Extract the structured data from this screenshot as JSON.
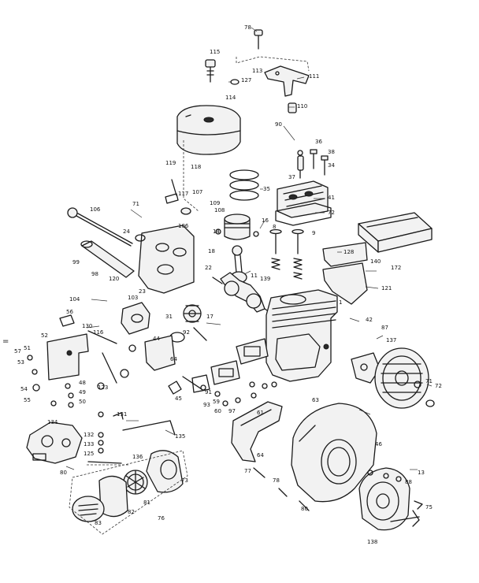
{
  "diagram": {
    "callouts": [
      {
        "id": "c78a",
        "label": "78"
      },
      {
        "id": "c115",
        "label": "115"
      },
      {
        "id": "c113",
        "label": "113"
      },
      {
        "id": "c111",
        "label": "111"
      },
      {
        "id": "c127",
        "label": "127"
      },
      {
        "id": "c114",
        "label": "114"
      },
      {
        "id": "c110",
        "label": "110"
      },
      {
        "id": "c90",
        "label": "90"
      },
      {
        "id": "c36a",
        "label": "36"
      },
      {
        "id": "c38",
        "label": "38"
      },
      {
        "id": "c34",
        "label": "34"
      },
      {
        "id": "c37",
        "label": "37"
      },
      {
        "id": "c119",
        "label": "119"
      },
      {
        "id": "c118",
        "label": "118"
      },
      {
        "id": "c35",
        "label": "35"
      },
      {
        "id": "c117",
        "label": "117"
      },
      {
        "id": "c107",
        "label": "107"
      },
      {
        "id": "c41",
        "label": "41"
      },
      {
        "id": "c72",
        "label": "72"
      },
      {
        "id": "c106a",
        "label": "106"
      },
      {
        "id": "c109",
        "label": "109"
      },
      {
        "id": "c108",
        "label": "108"
      },
      {
        "id": "c106b",
        "label": "106"
      },
      {
        "id": "c71",
        "label": "71"
      },
      {
        "id": "c14",
        "label": "14"
      },
      {
        "id": "c16",
        "label": "16"
      },
      {
        "id": "c24",
        "label": "24"
      },
      {
        "id": "c8",
        "label": "8"
      },
      {
        "id": "c9",
        "label": "9"
      },
      {
        "id": "c99",
        "label": "99"
      },
      {
        "id": "c98",
        "label": "98"
      },
      {
        "id": "c18",
        "label": "18"
      },
      {
        "id": "c128",
        "label": "128"
      },
      {
        "id": "c140",
        "label": "140"
      },
      {
        "id": "c172",
        "label": "172"
      },
      {
        "id": "c121",
        "label": "121"
      },
      {
        "id": "c120",
        "label": "120"
      },
      {
        "id": "c11",
        "label": "11"
      },
      {
        "id": "c139",
        "label": "139"
      },
      {
        "id": "c22",
        "label": "22"
      },
      {
        "id": "c23",
        "label": "23"
      },
      {
        "id": "c104",
        "label": "104"
      },
      {
        "id": "c103",
        "label": "103"
      },
      {
        "id": "c1",
        "label": "1"
      },
      {
        "id": "c56",
        "label": "56"
      },
      {
        "id": "c130",
        "label": "130"
      },
      {
        "id": "c31",
        "label": "31"
      },
      {
        "id": "c17",
        "label": "17"
      },
      {
        "id": "c42",
        "label": "42"
      },
      {
        "id": "c87",
        "label": "87"
      },
      {
        "id": "c52",
        "label": "52"
      },
      {
        "id": "c51",
        "label": "51"
      },
      {
        "id": "c53",
        "label": "53"
      },
      {
        "id": "c137",
        "label": "137"
      },
      {
        "id": "c64a",
        "label": "64"
      },
      {
        "id": "c92",
        "label": "92"
      },
      {
        "id": "c44",
        "label": "44"
      },
      {
        "id": "c45",
        "label": "45"
      },
      {
        "id": "c57",
        "label": "57"
      },
      {
        "id": "c54",
        "label": "54"
      },
      {
        "id": "c55",
        "label": "55"
      },
      {
        "id": "c116",
        "label": "116"
      },
      {
        "id": "c123",
        "label": "123"
      },
      {
        "id": "c48",
        "label": "48"
      },
      {
        "id": "c49",
        "label": "49"
      },
      {
        "id": "c50",
        "label": "50"
      },
      {
        "id": "c131",
        "label": "131"
      },
      {
        "id": "c134",
        "label": "134"
      },
      {
        "id": "c132",
        "label": "132"
      },
      {
        "id": "c133",
        "label": "133"
      },
      {
        "id": "c125",
        "label": "125"
      },
      {
        "id": "c135",
        "label": "135"
      },
      {
        "id": "c136",
        "label": "136"
      },
      {
        "id": "c73",
        "label": "73"
      },
      {
        "id": "c80a",
        "label": "80"
      },
      {
        "id": "c82",
        "label": "82"
      },
      {
        "id": "c81",
        "label": "81"
      },
      {
        "id": "c76",
        "label": "76"
      },
      {
        "id": "c83",
        "label": "83"
      },
      {
        "id": "c64b",
        "label": "64"
      },
      {
        "id": "c46",
        "label": "46"
      },
      {
        "id": "c77",
        "label": "77"
      },
      {
        "id": "c78b",
        "label": "78"
      },
      {
        "id": "c80b",
        "label": "80"
      },
      {
        "id": "c71b",
        "label": "71"
      },
      {
        "id": "c72b",
        "label": "72"
      },
      {
        "id": "c75",
        "label": "75"
      },
      {
        "id": "c138",
        "label": "138"
      },
      {
        "id": "c13",
        "label": "13"
      },
      {
        "id": "c88",
        "label": "88"
      },
      {
        "id": "c93",
        "label": "93"
      },
      {
        "id": "c97",
        "label": "97"
      },
      {
        "id": "c59",
        "label": "59"
      },
      {
        "id": "c60",
        "label": "60"
      },
      {
        "id": "c61",
        "label": "61"
      },
      {
        "id": "c91",
        "label": "91"
      },
      {
        "id": "c63",
        "label": "63"
      }
    ],
    "edge_mark": "="
  }
}
